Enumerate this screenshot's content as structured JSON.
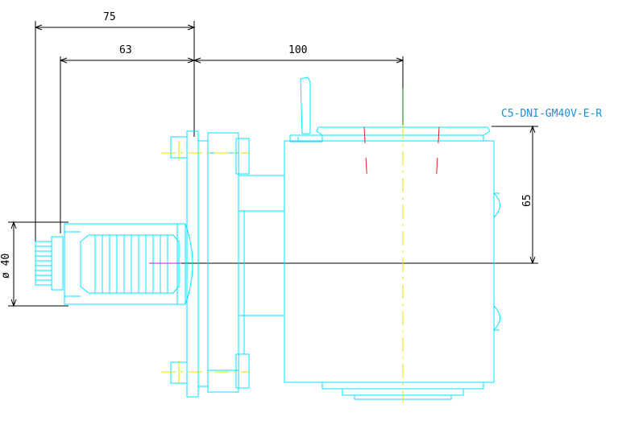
{
  "dimensions": {
    "overall_length": "75",
    "shank_length": "63",
    "offset": "100",
    "height": "65",
    "diameter": "ø 40"
  },
  "part_label": "C5-DNI-GM40V-E-R",
  "colors": {
    "outline": "#00e5ff",
    "dimension": "#000000",
    "centerline": "#e6e600",
    "hidden": "#e02020",
    "label": "#1c8fd6",
    "marker": "#ff00ff",
    "stem": "#008000"
  }
}
